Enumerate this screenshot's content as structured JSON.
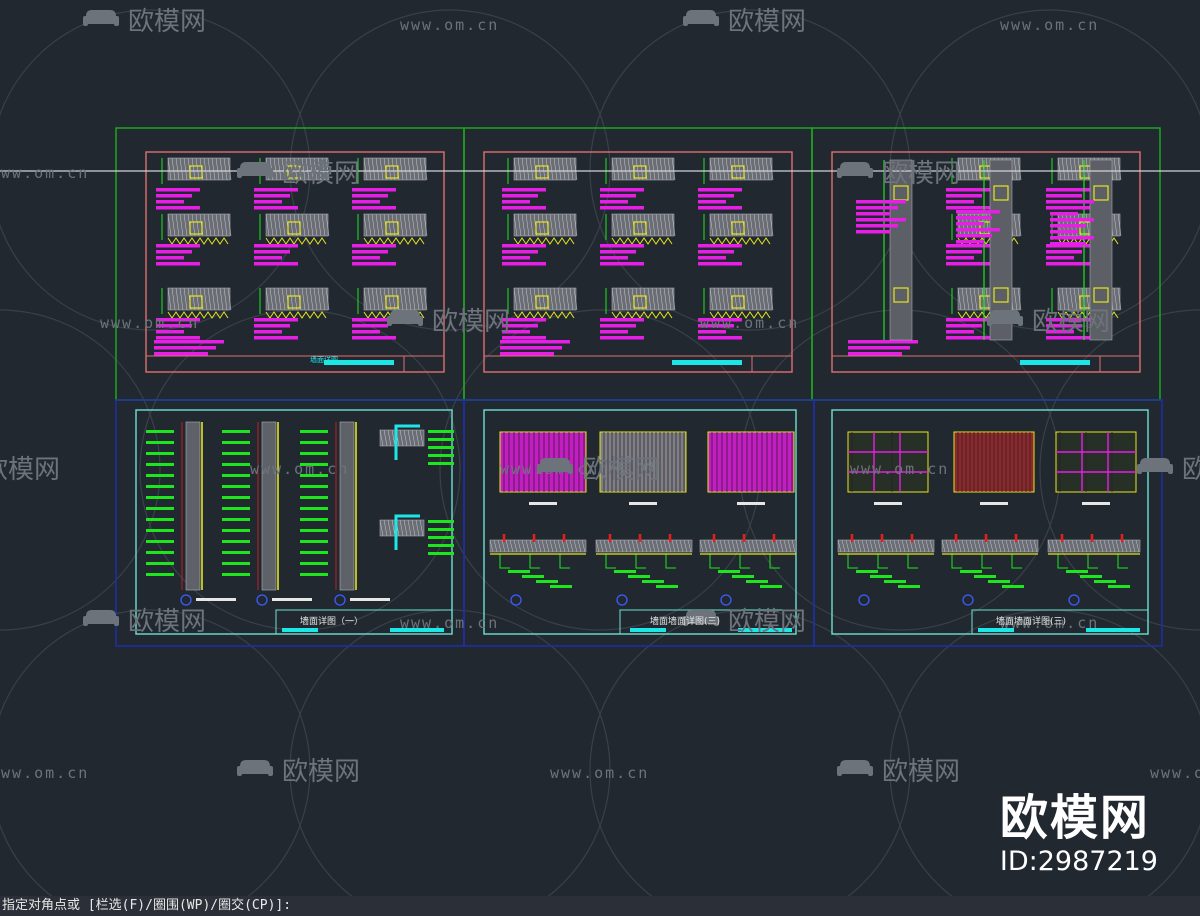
{
  "watermark": {
    "brand": "欧模网",
    "url": "www.om.cn"
  },
  "brand_badge": {
    "name": "欧模网",
    "id_text": "ID:2987219"
  },
  "sheets": [
    {
      "title": "墙面详图"
    },
    {
      "title": "墙面详图（一）"
    },
    {
      "title": "墙面墙面详图(三)"
    },
    {
      "title": "墙面墙面详图(三)"
    }
  ],
  "command_line": {
    "prompt": "指定对角点或 [栏选(F)/圈围(WP)/圈交(CP)]:"
  },
  "colors": {
    "background": "#212830",
    "top_frame": "#1ea51e",
    "bottom_frame": "#1e2ea8",
    "sheet_border_top": "#e07070",
    "sheet_border_bottom": "#6ee0d0",
    "annotation": "#e61ee6",
    "yellow": "#e6e61e",
    "cyan": "#1ee6e6",
    "green": "#1ee61e",
    "red": "#e61e1e"
  }
}
